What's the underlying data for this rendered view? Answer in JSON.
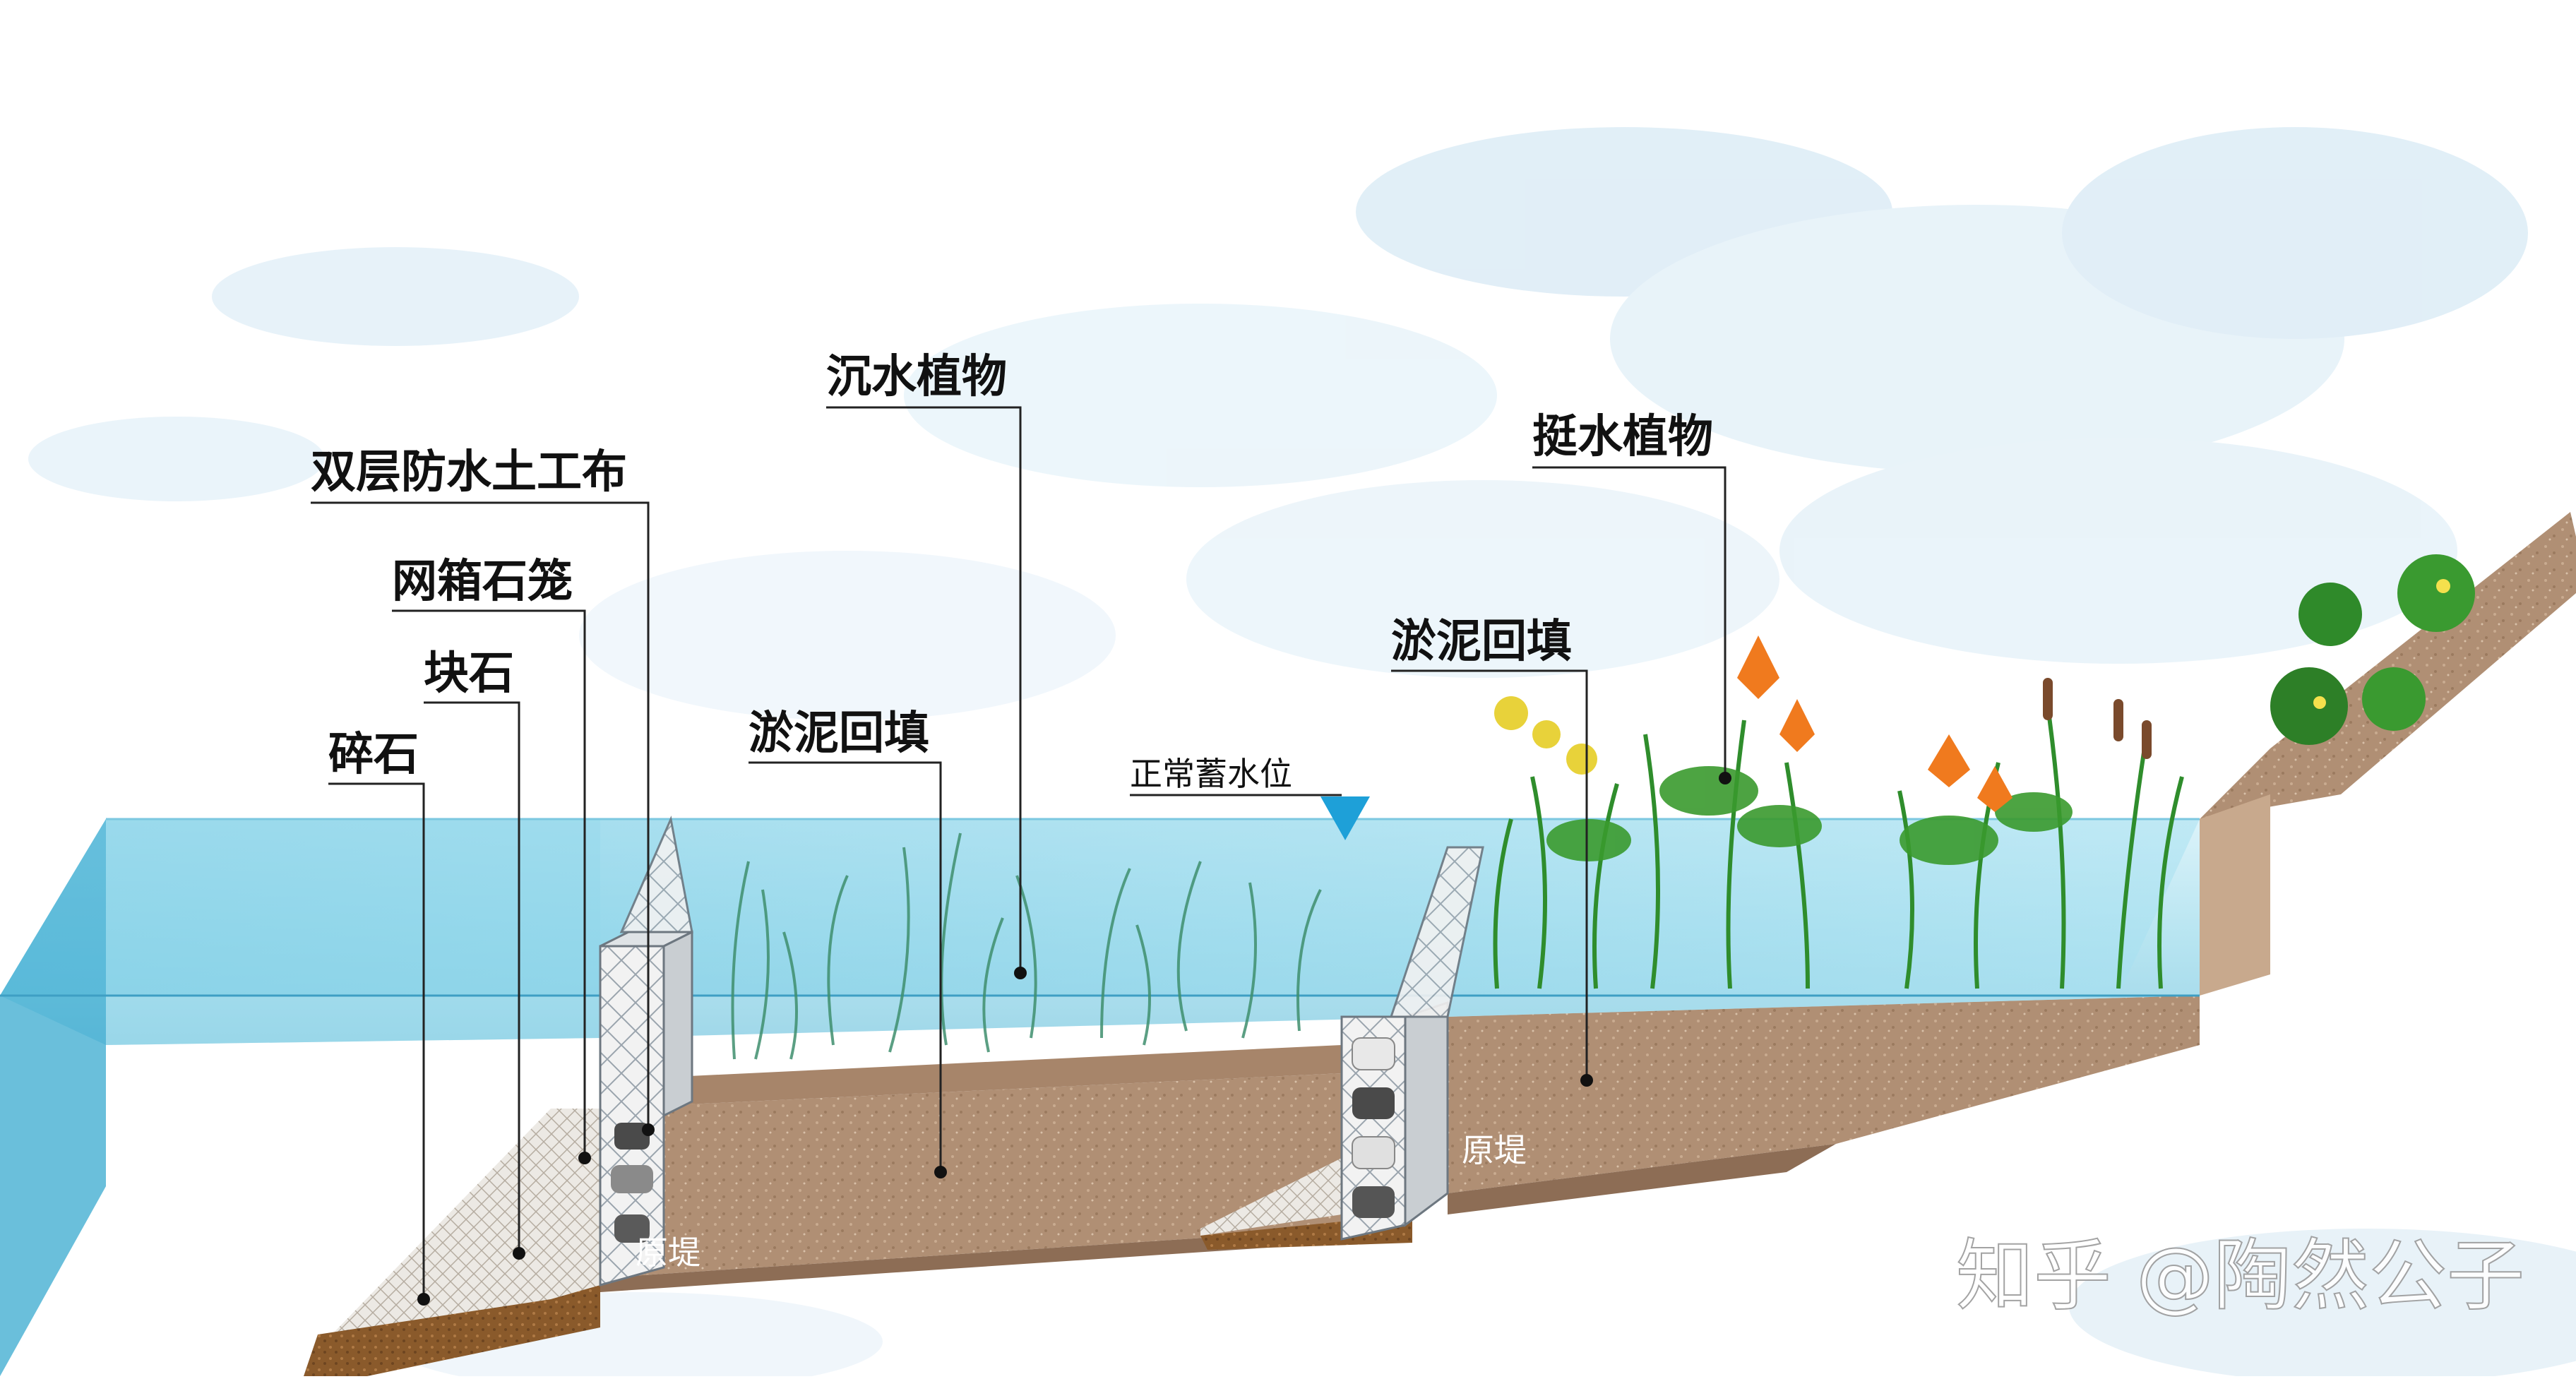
{
  "labels": {
    "rubble": "碎石",
    "block_stone": "块石",
    "gabion": "网箱石笼",
    "geotextile": "双层防水土工布",
    "sludge_fill_left": "淤泥回填",
    "submerged_plants": "沉水植物",
    "water_level": "正常蓄水位",
    "sludge_fill_right": "淤泥回填",
    "emergent_plants": "挺水植物",
    "bank_left": "原堤",
    "bank_right": "原堤"
  },
  "watermark": "知乎 @陶然公子",
  "colors": {
    "water": "#7fd0e6",
    "water_deep": "#4fb6d6",
    "sediment": "#b08f74",
    "rubble_layer": "#8a5a2b",
    "gabion_fill": "#e8e8e8",
    "water_level_marker": "#1ea0d8",
    "sky_cloud": "#dceef8"
  },
  "icons": {
    "water_level_marker": "triangle-down-icon"
  }
}
